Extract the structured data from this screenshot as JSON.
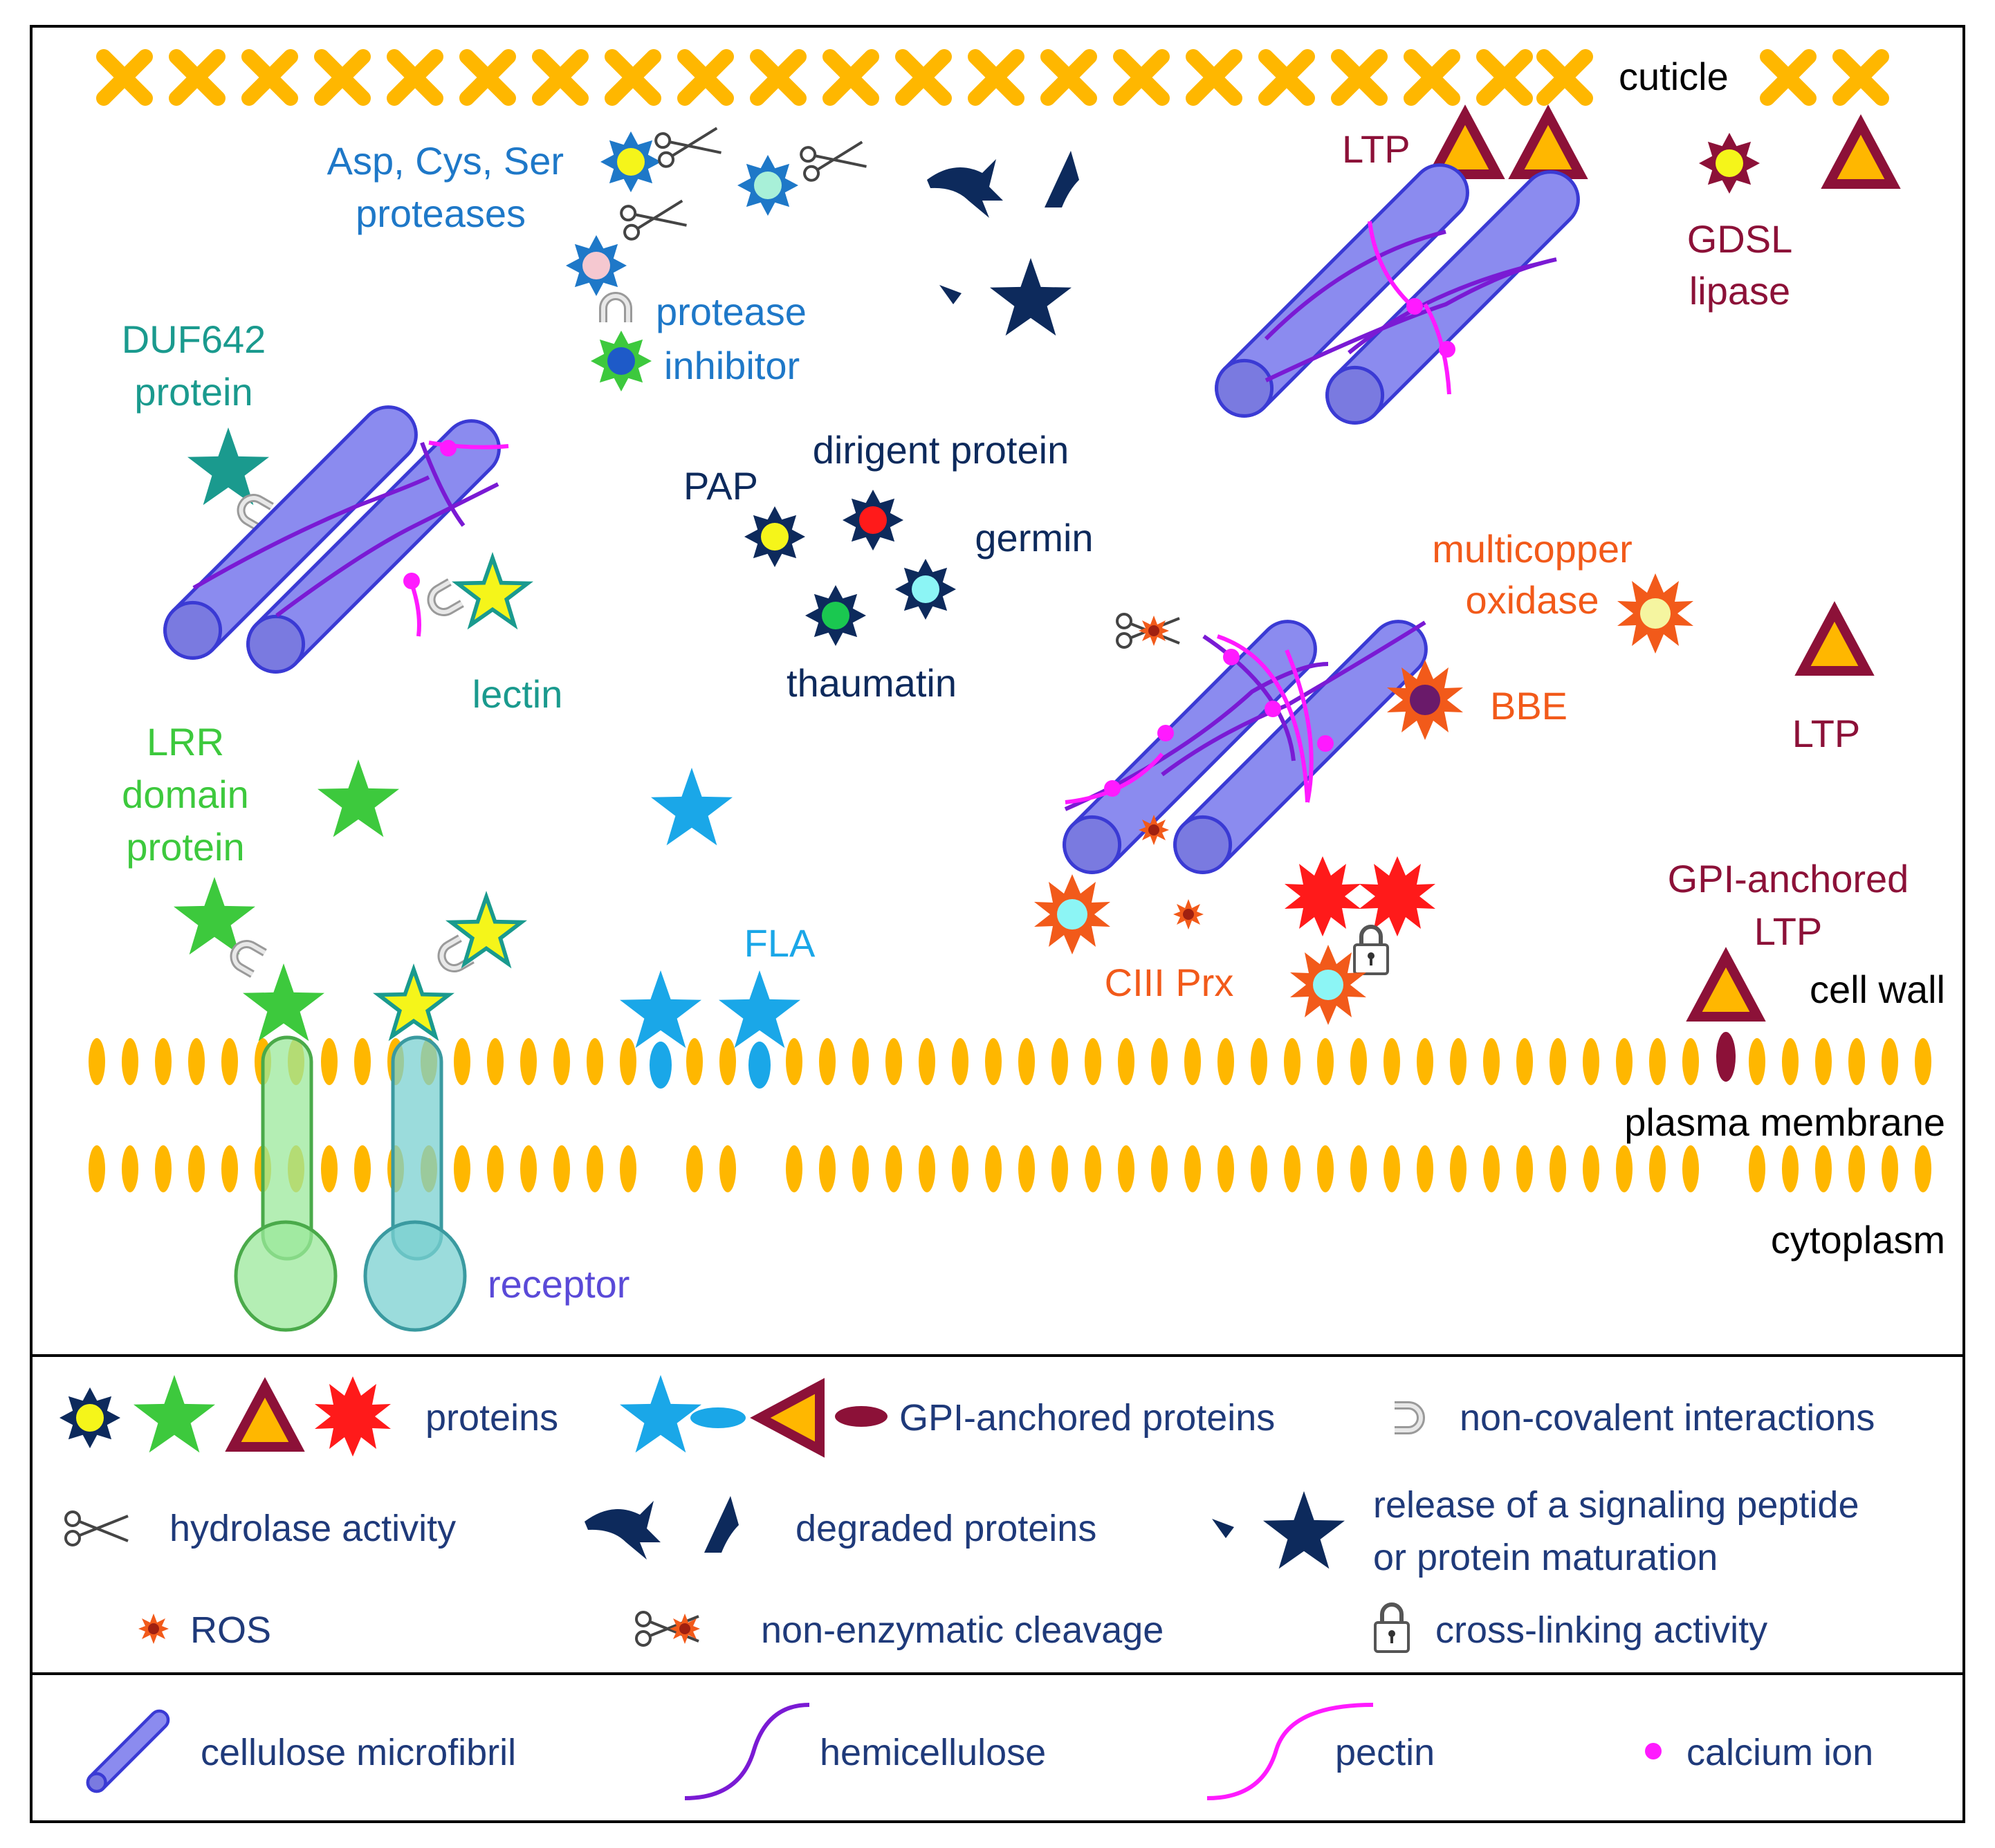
{
  "colors": {
    "navy": "#0d2a5c",
    "blue_label": "#1e78c8",
    "teal": "#1a9a8e",
    "green": "#3dc93d",
    "sky": "#1aa7e8",
    "orange_red": "#f25a1a",
    "red": "#ff1a1a",
    "maroon": "#8c1138",
    "gold": "#ffb700",
    "cellulose_fill": "#8b8bef",
    "cellulose_stroke": "#3a3ad4",
    "hemicellulose": "#7a1ad4",
    "pectin": "#ff1aff",
    "receptor_label": "#5a4ad8",
    "black": "#000000"
  },
  "labels": {
    "cuticle": "cuticle",
    "proteases_1": "Asp, Cys, Ser",
    "proteases_2": "proteases",
    "protease_inhibitor_1": "protease",
    "protease_inhibitor_2": "inhibitor",
    "ltp_top": "LTP",
    "gdsl_1": "GDSL",
    "gdsl_2": "lipase",
    "duf642_1": "DUF642",
    "duf642_2": "protein",
    "dirigent": "dirigent protein",
    "pap": "PAP",
    "germin": "germin",
    "thaumatin": "thaumatin",
    "lectin": "lectin",
    "multicopper_1": "multicopper",
    "multicopper_2": "oxidase",
    "bbe": "BBE",
    "ltp_right": "LTP",
    "lrr_1": "LRR",
    "lrr_2": "domain",
    "lrr_3": "protein",
    "fla": "FLA",
    "ciii_prx": "CIII Prx",
    "gpi_ltp_1": "GPI-anchored",
    "gpi_ltp_2": "LTP",
    "cell_wall": "cell wall",
    "plasma_membrane": "plasma membrane",
    "cytoplasm": "cytoplasm",
    "receptor": "receptor"
  },
  "legend": {
    "proteins": "proteins",
    "gpi_proteins": "GPI-anchored proteins",
    "non_covalent": "non-covalent interactions",
    "hydrolase": "hydrolase activity",
    "degraded": "degraded proteins",
    "signaling_1": "release of a signaling peptide",
    "signaling_2": "or protein maturation",
    "ros": "ROS",
    "non_enzymatic": "non-enzymatic cleavage",
    "cross_linking": "cross-linking activity",
    "cellulose": "cellulose microfibril",
    "hemicellulose": "hemicellulose",
    "pectin": "pectin",
    "calcium": "calcium ion"
  }
}
